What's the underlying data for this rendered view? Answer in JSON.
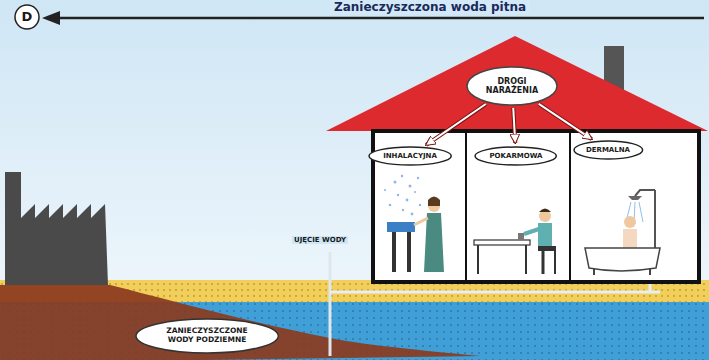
{
  "diagram": {
    "nodes": [
      {
        "text": [
          "D"
        ]
      },
      {
        "text": [
          "DROGI NARAŻENIA"
        ]
      },
      {
        "text": [
          "INHALACYJNA"
        ]
      },
      {
        "text": [
          "POKARMOWA"
        ]
      },
      {
        "text": [
          "DERMALNA"
        ]
      },
      {
        "text": [
          "ZANIECZYSZCZONE WODY PODZIEMNE"
        ]
      }
    ],
    "edges": [
      {
        "from": 1,
        "to": 2,
        "arrow": "to"
      },
      {
        "from": 1,
        "to": 3,
        "arrow": "to"
      },
      {
        "from": 1,
        "to": 4,
        "arrow": "to"
      }
    ],
    "labels": [
      "Zanieczyszczona woda pitna",
      "UJĘCIE WODY"
    ]
  }
}
